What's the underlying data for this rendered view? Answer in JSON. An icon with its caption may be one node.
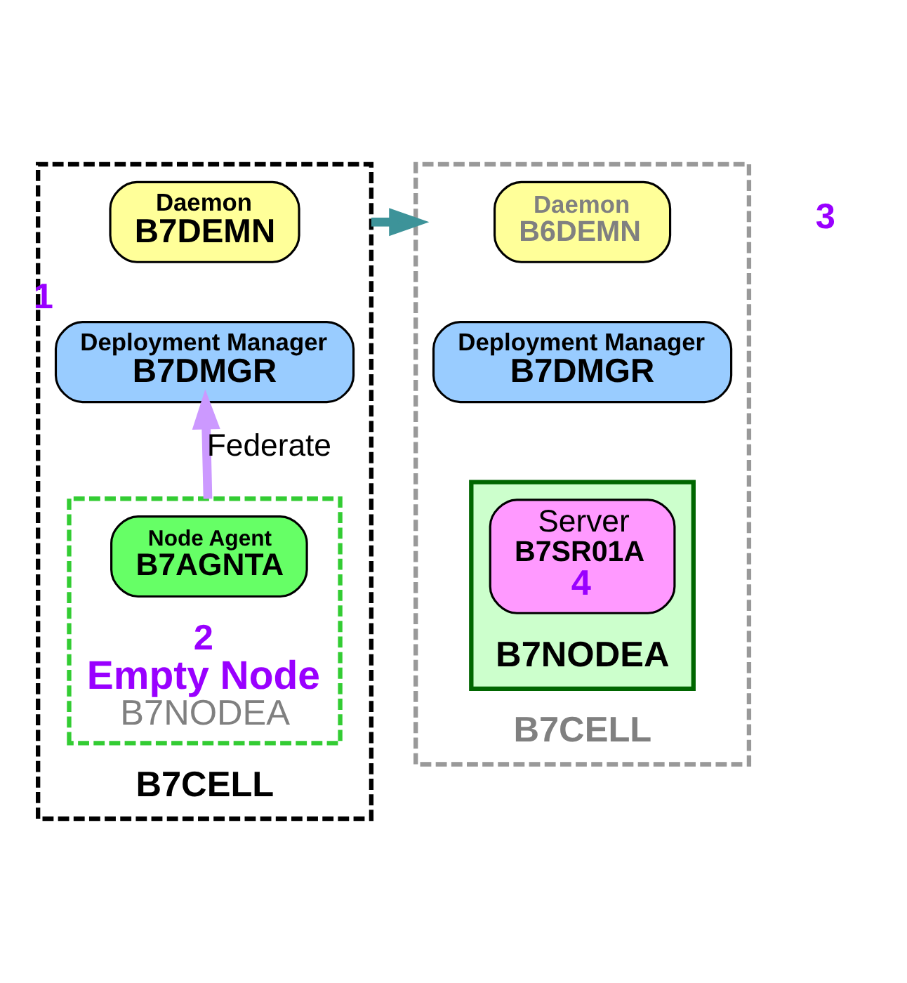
{
  "diagram": {
    "nodes": [
      {
        "text": [
          "B7CELL"
        ]
      },
      {
        "text": [
          "Daemon",
          "B7DEMN"
        ],
        "in": 0
      },
      {
        "text": [
          "Deployment Manager",
          "B7DMGR"
        ],
        "in": 0,
        "beside": [
          "1"
        ]
      },
      {
        "text": [
          "2",
          "Empty Node",
          "B7NODEA"
        ],
        "in": 0
      },
      {
        "text": [
          "Node Agent",
          "B7AGNTA"
        ],
        "in": 3
      },
      {
        "text": [
          "B7CELL"
        ]
      },
      {
        "text": [
          "Daemon",
          "B6DEMN"
        ],
        "in": 5
      },
      {
        "text": [
          "Deployment Manager",
          "B7DMGR"
        ],
        "in": 5
      },
      {
        "text": [
          "B7NODEA"
        ],
        "in": 5
      },
      {
        "text": [
          "Server",
          "B7SR01A",
          "4"
        ],
        "in": 8
      }
    ],
    "edges": [
      {
        "from": 3,
        "to": 2,
        "arrow": "to",
        "label": "Federate",
        "color": "#cc99ff"
      },
      {
        "from": 0,
        "to": 5,
        "arrow": "to",
        "color": "#3d9399"
      }
    ],
    "labels": [
      "3"
    ]
  }
}
